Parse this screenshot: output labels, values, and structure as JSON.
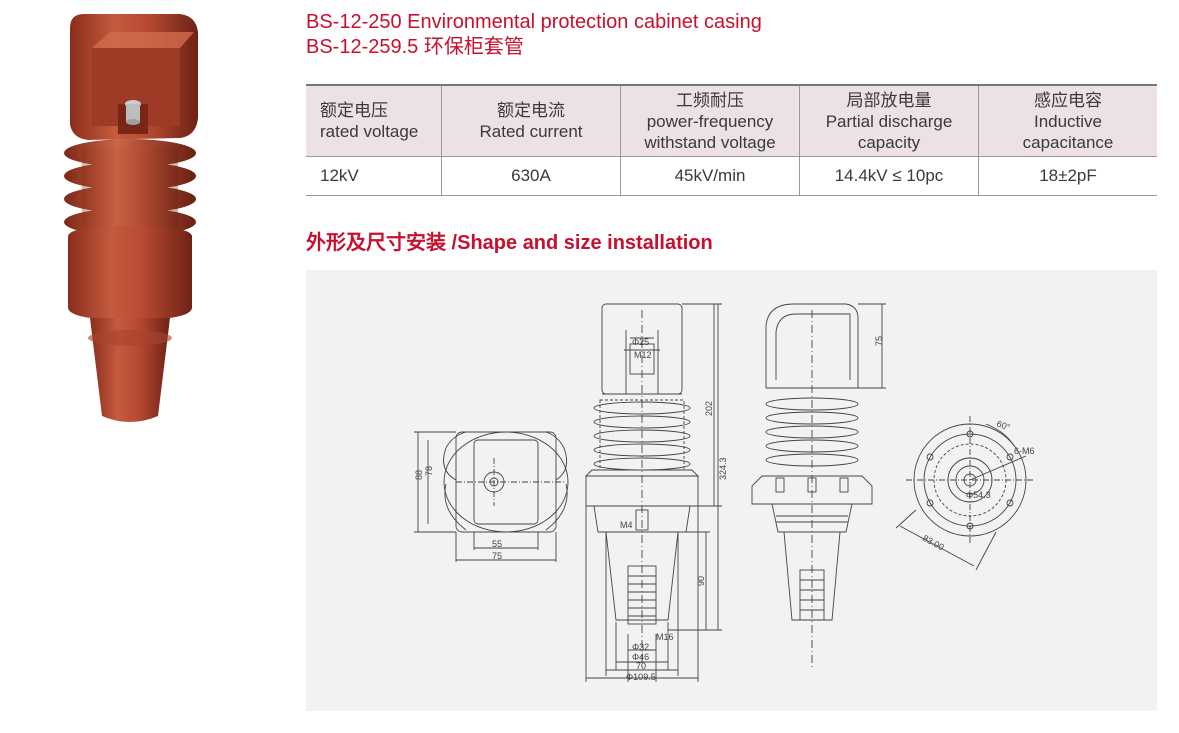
{
  "header": {
    "title_en": "BS-12-250 Environmental protection cabinet casing",
    "title_cn": "BS-12-259.5 环保柜套管"
  },
  "spec_table": {
    "headers": [
      {
        "cn": "额定电压",
        "en": [
          "rated voltage"
        ]
      },
      {
        "cn": "额定电流",
        "en": [
          "Rated current"
        ]
      },
      {
        "cn": "工频耐压",
        "en": [
          "power-frequency",
          "withstand voltage"
        ]
      },
      {
        "cn": "局部放电量",
        "en": [
          "Partial discharge",
          "capacity"
        ]
      },
      {
        "cn": "感应电容",
        "en": [
          "Inductive",
          "capacitance"
        ]
      }
    ],
    "row": [
      "12kV",
      "630A",
      "45kV/min",
      "14.4kV ≤ 10pc",
      "18±2pF"
    ]
  },
  "section": {
    "title": "外形及尺寸安装 /Shape and size installation"
  },
  "drawing": {
    "dims": {
      "d88": "88",
      "d78": "78",
      "d55": "55",
      "d75": "75",
      "phi25": "Φ25",
      "m12": "M12",
      "d202": "202",
      "d3243": "324.3",
      "m4": "M4",
      "d90": "90",
      "m16": "M16",
      "phi32": "Φ32",
      "phi46": "Φ46",
      "d70": "70",
      "phi1095": "Φ109.5",
      "d75r": "75",
      "deg60": "60°",
      "m6": "6-M6",
      "d83": "83.00",
      "d543": "Φ54.3"
    }
  },
  "colors": {
    "accent": "#c8102e",
    "porcelain": "#b84a33",
    "table_header_bg": "#ece1e4",
    "drawing_bg": "#f2f2f2"
  }
}
